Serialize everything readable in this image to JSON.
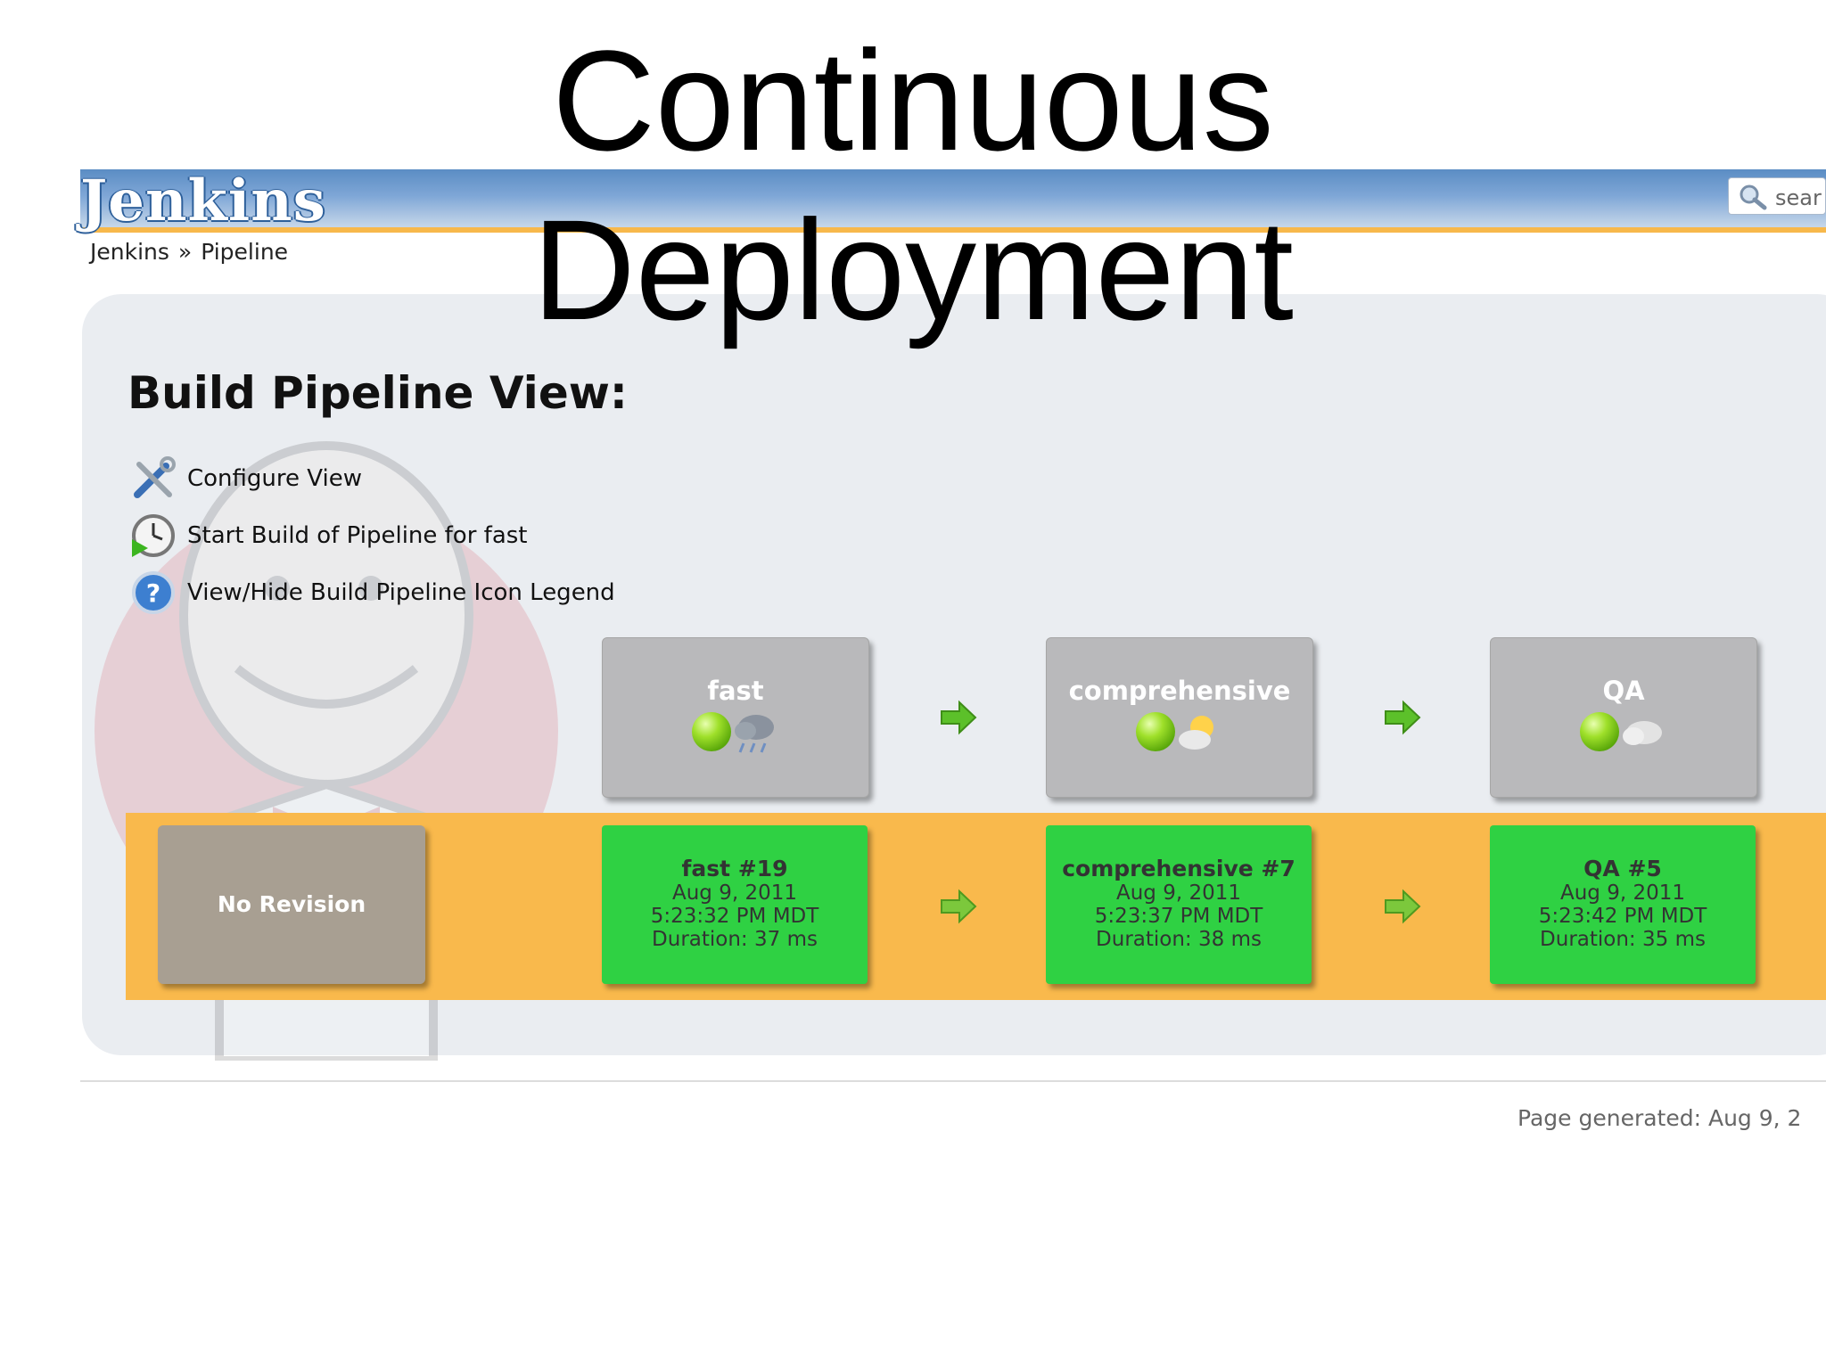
{
  "slide": {
    "title_line1": "Continuous",
    "title_line2": "Deployment"
  },
  "header": {
    "logo_text": "Jenkins",
    "search_placeholder": "sear",
    "accent_color": "#f7b84b"
  },
  "breadcrumb": {
    "items": [
      "Jenkins",
      "Pipeline"
    ],
    "separator": "»"
  },
  "main": {
    "title": "Build Pipeline View:",
    "tasks": [
      {
        "label": "Configure View",
        "icon": "configure-icon"
      },
      {
        "label": "Start Build of Pipeline for fast",
        "icon": "build-clock-icon"
      },
      {
        "label": "View/Hide Build Pipeline Icon Legend",
        "icon": "help-icon"
      }
    ]
  },
  "jobs": [
    {
      "name": "fast",
      "status": "success-ball",
      "weather": "rain-cloud-icon"
    },
    {
      "name": "comprehensive",
      "status": "success-ball",
      "weather": "partly-sunny-icon"
    },
    {
      "name": "QA",
      "status": "success-ball",
      "weather": "cloud-icon"
    }
  ],
  "pipeline": {
    "revision_label": "No Revision",
    "builds": [
      {
        "name": "fast #19",
        "date": "Aug 9, 2011",
        "time": "5:23:32 PM MDT",
        "duration": "Duration: 37 ms"
      },
      {
        "name": "comprehensive #7",
        "date": "Aug 9, 2011",
        "time": "5:23:37 PM MDT",
        "duration": "Duration: 38 ms"
      },
      {
        "name": "QA #5",
        "date": "Aug 9, 2011",
        "time": "5:23:42 PM MDT",
        "duration": "Duration: 35 ms"
      }
    ],
    "colors": {
      "row": "#f9b94c",
      "build_success": "#2fd143",
      "revision": "#a89f92",
      "job_header": "#b9b9bb"
    }
  },
  "footer": {
    "text": "Page generated: Aug 9, 2"
  }
}
